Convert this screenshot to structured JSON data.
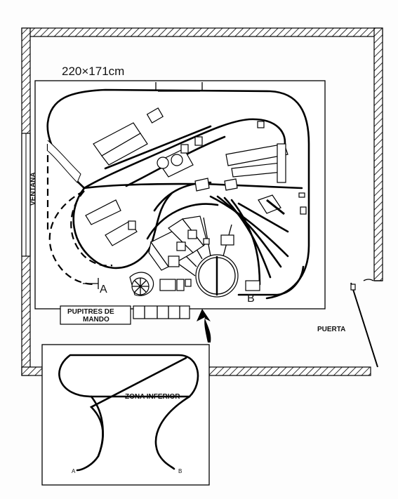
{
  "diagram": {
    "dimensions": "220×171cm",
    "labels": {
      "window": "VENTANA",
      "door": "PUERTA",
      "control_desk_line1": "PUPITRES DE",
      "control_desk_line2": "MANDO",
      "lower_zone": "ZONA INFERIOR",
      "point_a_upper": "A",
      "point_b_upper": "B",
      "point_a_lower": "A",
      "point_b_lower": "B"
    },
    "colors": {
      "ink": "#000000",
      "paper": "#ffffff"
    }
  }
}
